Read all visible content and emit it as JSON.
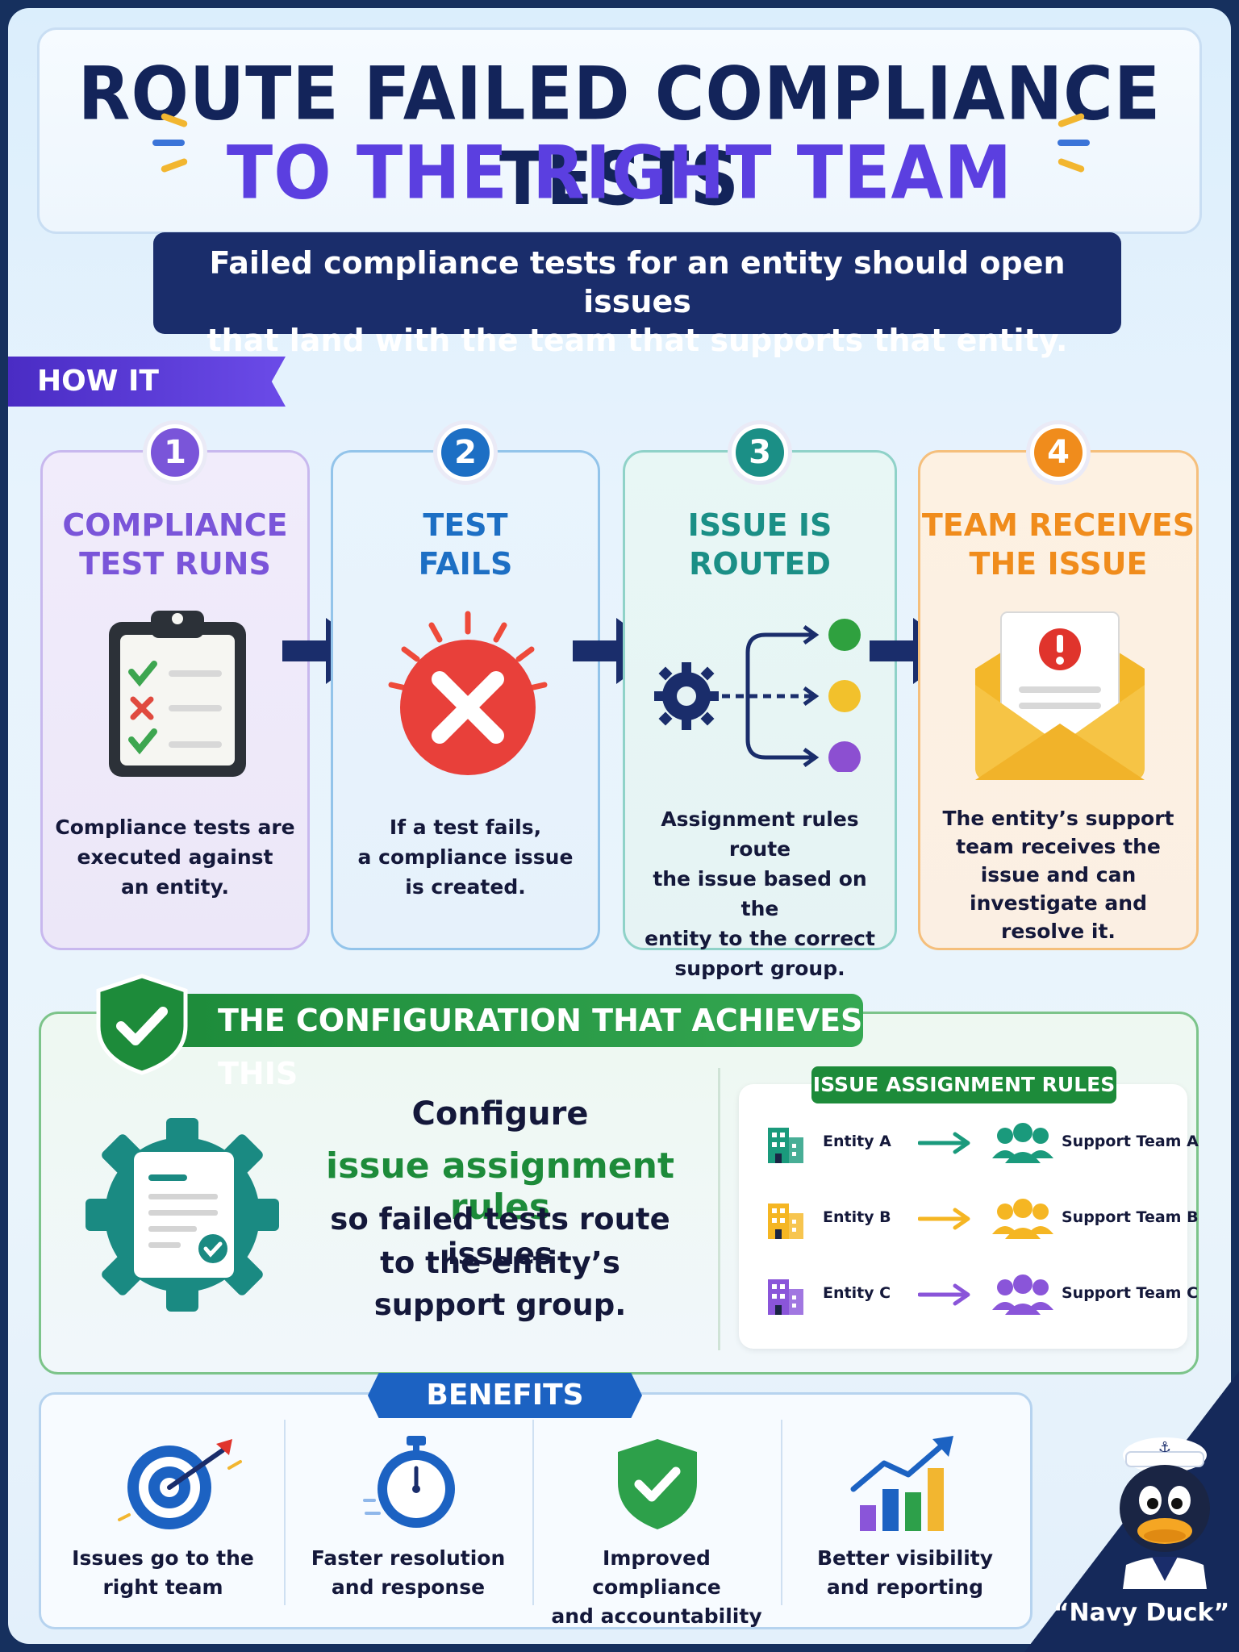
{
  "header": {
    "title_line1": "ROUTE FAILED COMPLIANCE TESTS",
    "title_line2": "TO THE RIGHT TEAM",
    "subtitle_line1": "Failed compliance tests for an entity should open issues",
    "subtitle_line2": "that land with the team that supports that entity."
  },
  "how_it_works": {
    "label": "HOW IT WORKS",
    "steps": [
      {
        "number": "1",
        "title_line1": "COMPLIANCE",
        "title_line2": "TEST RUNS",
        "desc_lines": [
          "Compliance tests are",
          "executed against",
          "an entity."
        ],
        "color": "#7a55d9",
        "icon": "clipboard-checklist-icon"
      },
      {
        "number": "2",
        "title_line1": "TEST",
        "title_line2": "FAILS",
        "desc_lines": [
          "If a test fails,",
          "a compliance issue",
          "is created."
        ],
        "color": "#1d6fc4",
        "icon": "failure-x-icon"
      },
      {
        "number": "3",
        "title_line1": "ISSUE IS",
        "title_line2": "ROUTED",
        "desc_lines": [
          "Assignment rules route",
          "the issue based on the",
          "entity to the correct",
          "support group."
        ],
        "color": "#1b8f86",
        "icon": "routing-gear-icon"
      },
      {
        "number": "4",
        "title_line1": "TEAM RECEIVES",
        "title_line2": "THE ISSUE",
        "desc_lines": [
          "The entity’s support",
          "team receives the",
          "issue and can",
          "investigate and",
          "resolve it."
        ],
        "color": "#f08c1c",
        "icon": "envelope-alert-icon"
      }
    ]
  },
  "configuration": {
    "banner": "THE CONFIGURATION THAT ACHIEVES THIS",
    "line1": "Configure",
    "highlight": "issue assignment rules",
    "line3": "so failed tests route issues",
    "line4": "to the entity’s",
    "line5": "support group.",
    "rules_title": "ISSUE ASSIGNMENT RULES",
    "rules": [
      {
        "entity": "Entity A",
        "team": "Support Team A",
        "color": "#1a9a7c"
      },
      {
        "entity": "Entity B",
        "team": "Support Team B",
        "color": "#f5b623"
      },
      {
        "entity": "Entity C",
        "team": "Support Team C",
        "color": "#8a55d9"
      }
    ]
  },
  "benefits": {
    "label": "BENEFITS",
    "items": [
      {
        "line1": "Issues go to the",
        "line2": "right team",
        "icon": "target-icon"
      },
      {
        "line1": "Faster resolution",
        "line2": "and response",
        "icon": "stopwatch-icon"
      },
      {
        "line1": "Improved compliance",
        "line2": "and accountability",
        "icon": "shield-check-icon"
      },
      {
        "line1": "Better visibility",
        "line2": "and reporting",
        "icon": "growth-chart-icon"
      }
    ]
  },
  "mascot": {
    "caption": "“Navy Duck”",
    "icon": "navy-duck-icon"
  }
}
